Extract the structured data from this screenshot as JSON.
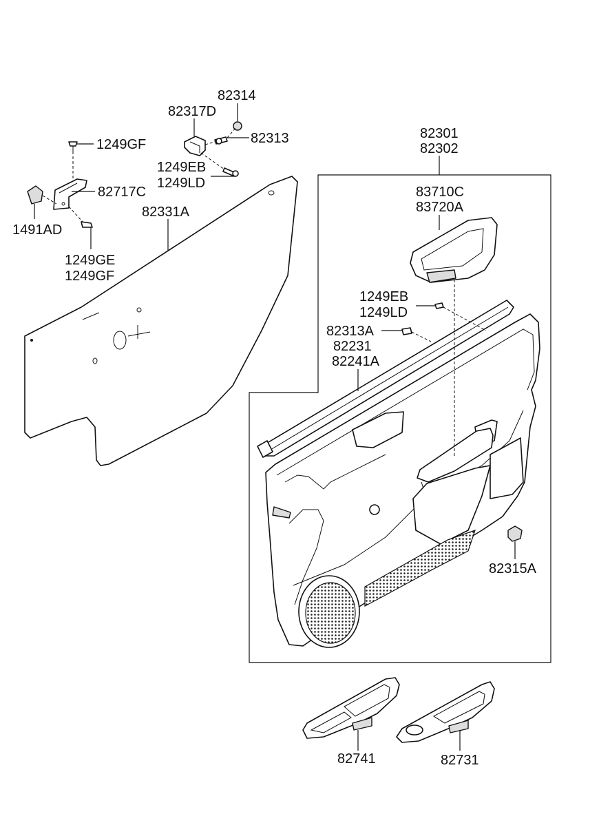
{
  "labels": {
    "l82314": "82314",
    "l82317D": "82317D",
    "l82313": "82313",
    "l1249GF_top": "1249GF",
    "l1249EB_top": "1249EB",
    "l1249LD_top": "1249LD",
    "l82717C": "82717C",
    "l1491AD": "1491AD",
    "l82331A": "82331A",
    "l1249GE": "1249GE",
    "l1249GF_bottom": "1249GF",
    "l82301": "82301",
    "l82302": "82302",
    "l83710C": "83710C",
    "l83720A": "83720A",
    "l1249EB_right": "1249EB",
    "l1249LD_right": "1249LD",
    "l82313A": "82313A",
    "l82231": "82231",
    "l82241A": "82241A",
    "l82315A": "82315A",
    "l82741": "82741",
    "l82731": "82731"
  }
}
